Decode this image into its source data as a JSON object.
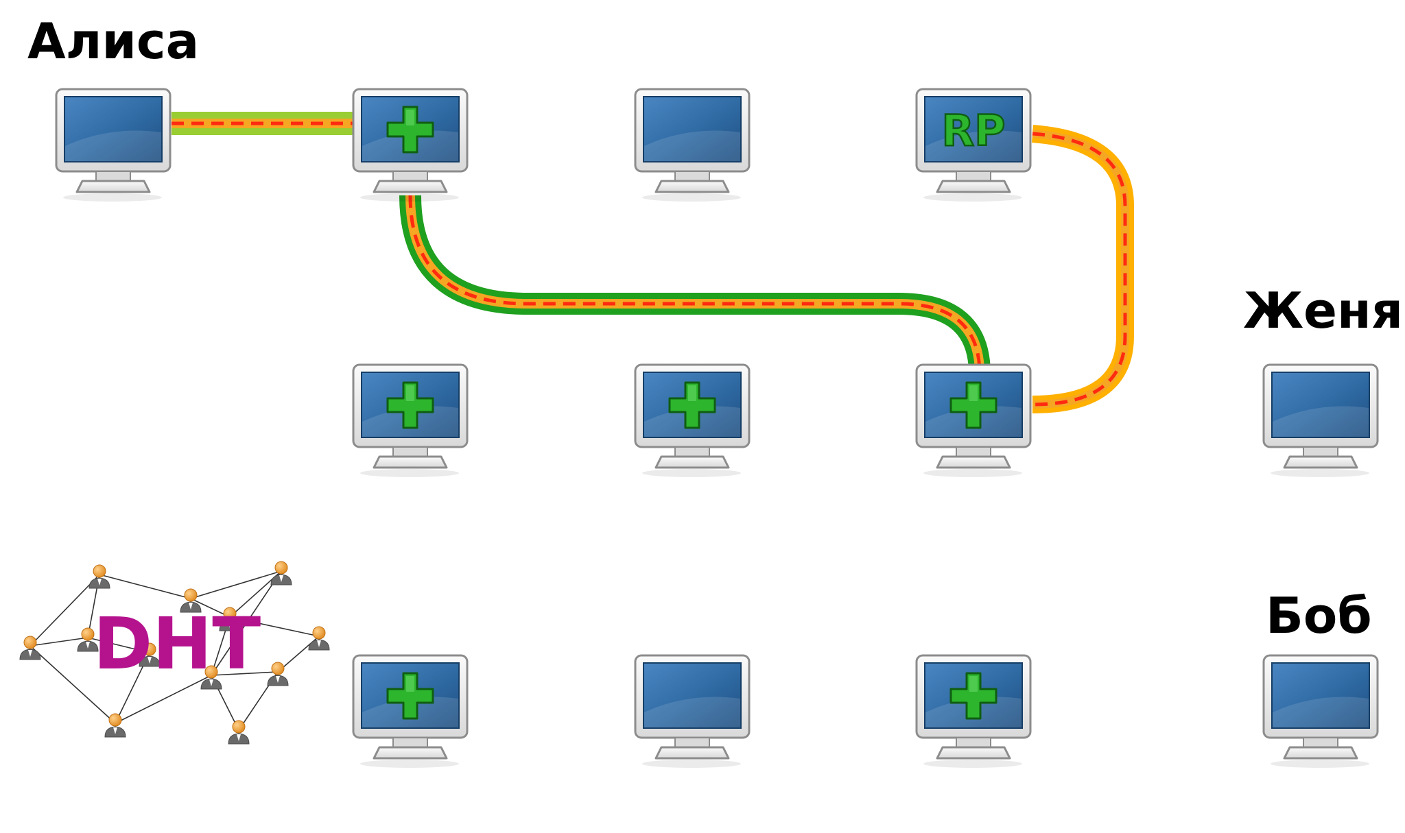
{
  "labels": {
    "alice": "Алиса",
    "zhenya": "Женя",
    "bob": "Боб",
    "rp": "RP",
    "dht": "DHT"
  },
  "nodes": [
    {
      "id": "alice",
      "icon": "monitor",
      "overlay": "none"
    },
    {
      "id": "relay-1",
      "icon": "monitor",
      "overlay": "plus"
    },
    {
      "id": "node-top-3",
      "icon": "monitor",
      "overlay": "none"
    },
    {
      "id": "rendezvous",
      "icon": "monitor",
      "overlay": "RP"
    },
    {
      "id": "relay-2",
      "icon": "monitor",
      "overlay": "plus"
    },
    {
      "id": "relay-3",
      "icon": "monitor",
      "overlay": "plus"
    },
    {
      "id": "relay-4",
      "icon": "monitor",
      "overlay": "plus"
    },
    {
      "id": "zhenya",
      "icon": "monitor",
      "overlay": "none"
    },
    {
      "id": "relay-5",
      "icon": "monitor",
      "overlay": "plus"
    },
    {
      "id": "node-bottom-2",
      "icon": "monitor",
      "overlay": "none"
    },
    {
      "id": "relay-6",
      "icon": "monitor",
      "overlay": "plus"
    },
    {
      "id": "bob",
      "icon": "monitor",
      "overlay": "none"
    }
  ],
  "links": [
    {
      "id": "alice-to-relay-1",
      "tunnel": "light-green",
      "dash": "red"
    },
    {
      "id": "relay-1-to-relay-4",
      "tunnel": "green",
      "dash": "red"
    },
    {
      "id": "rendezvous-to-relay-4",
      "tunnel": "orange",
      "dash": "red"
    }
  ],
  "colors": {
    "tunnel_light_green": "#9ACD32",
    "tunnel_green": "#1FA01F",
    "tunnel_orange": "#FFB000",
    "inner_orange": "#F5A623",
    "dash_red": "#FF2A10",
    "plus_green": "#1E9A1E",
    "rp_green": "#1E9A1E",
    "dht_magenta": "#B5138E",
    "screen_blue": "#2F6AA3",
    "bezel": "#E6E6E6",
    "person_orange": "#F0A030",
    "person_gray": "#6A6A6A"
  },
  "dht_cluster": {
    "peers": 12,
    "icon": "person-icon"
  }
}
